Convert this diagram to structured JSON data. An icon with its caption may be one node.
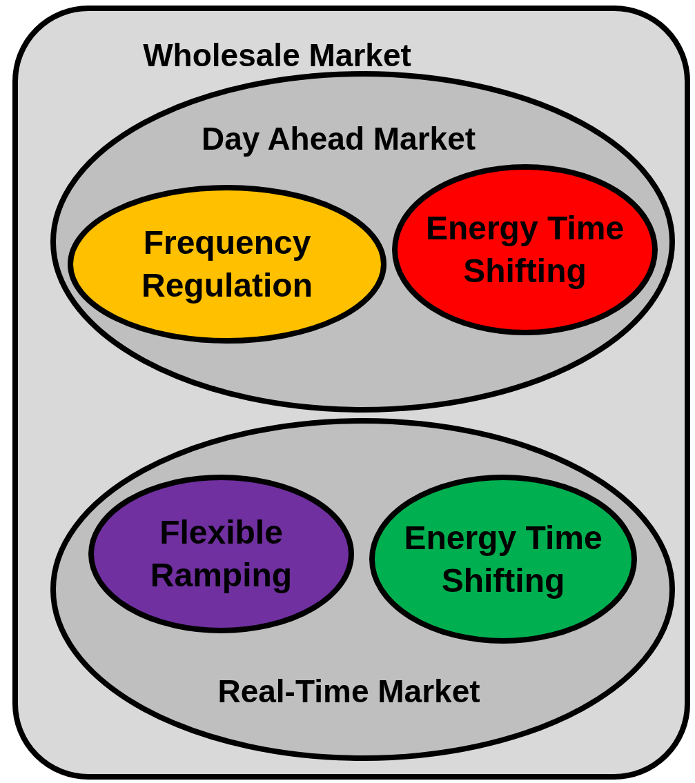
{
  "diagram": {
    "nodes": [
      {
        "text": [
          "Wholesale Market"
        ]
      },
      {
        "text": [
          "Day Ahead Market"
        ],
        "in": 0
      },
      {
        "text": [
          "Frequency Regulation"
        ],
        "in": 1
      },
      {
        "text": [
          "Energy Time Shifting"
        ],
        "in": 1
      },
      {
        "text": [
          "Real-Time Market"
        ],
        "in": 0
      },
      {
        "text": [
          "Flexible Ramping"
        ],
        "in": 4
      },
      {
        "text": [
          "Energy Time Shifting"
        ],
        "in": 4
      }
    ]
  }
}
